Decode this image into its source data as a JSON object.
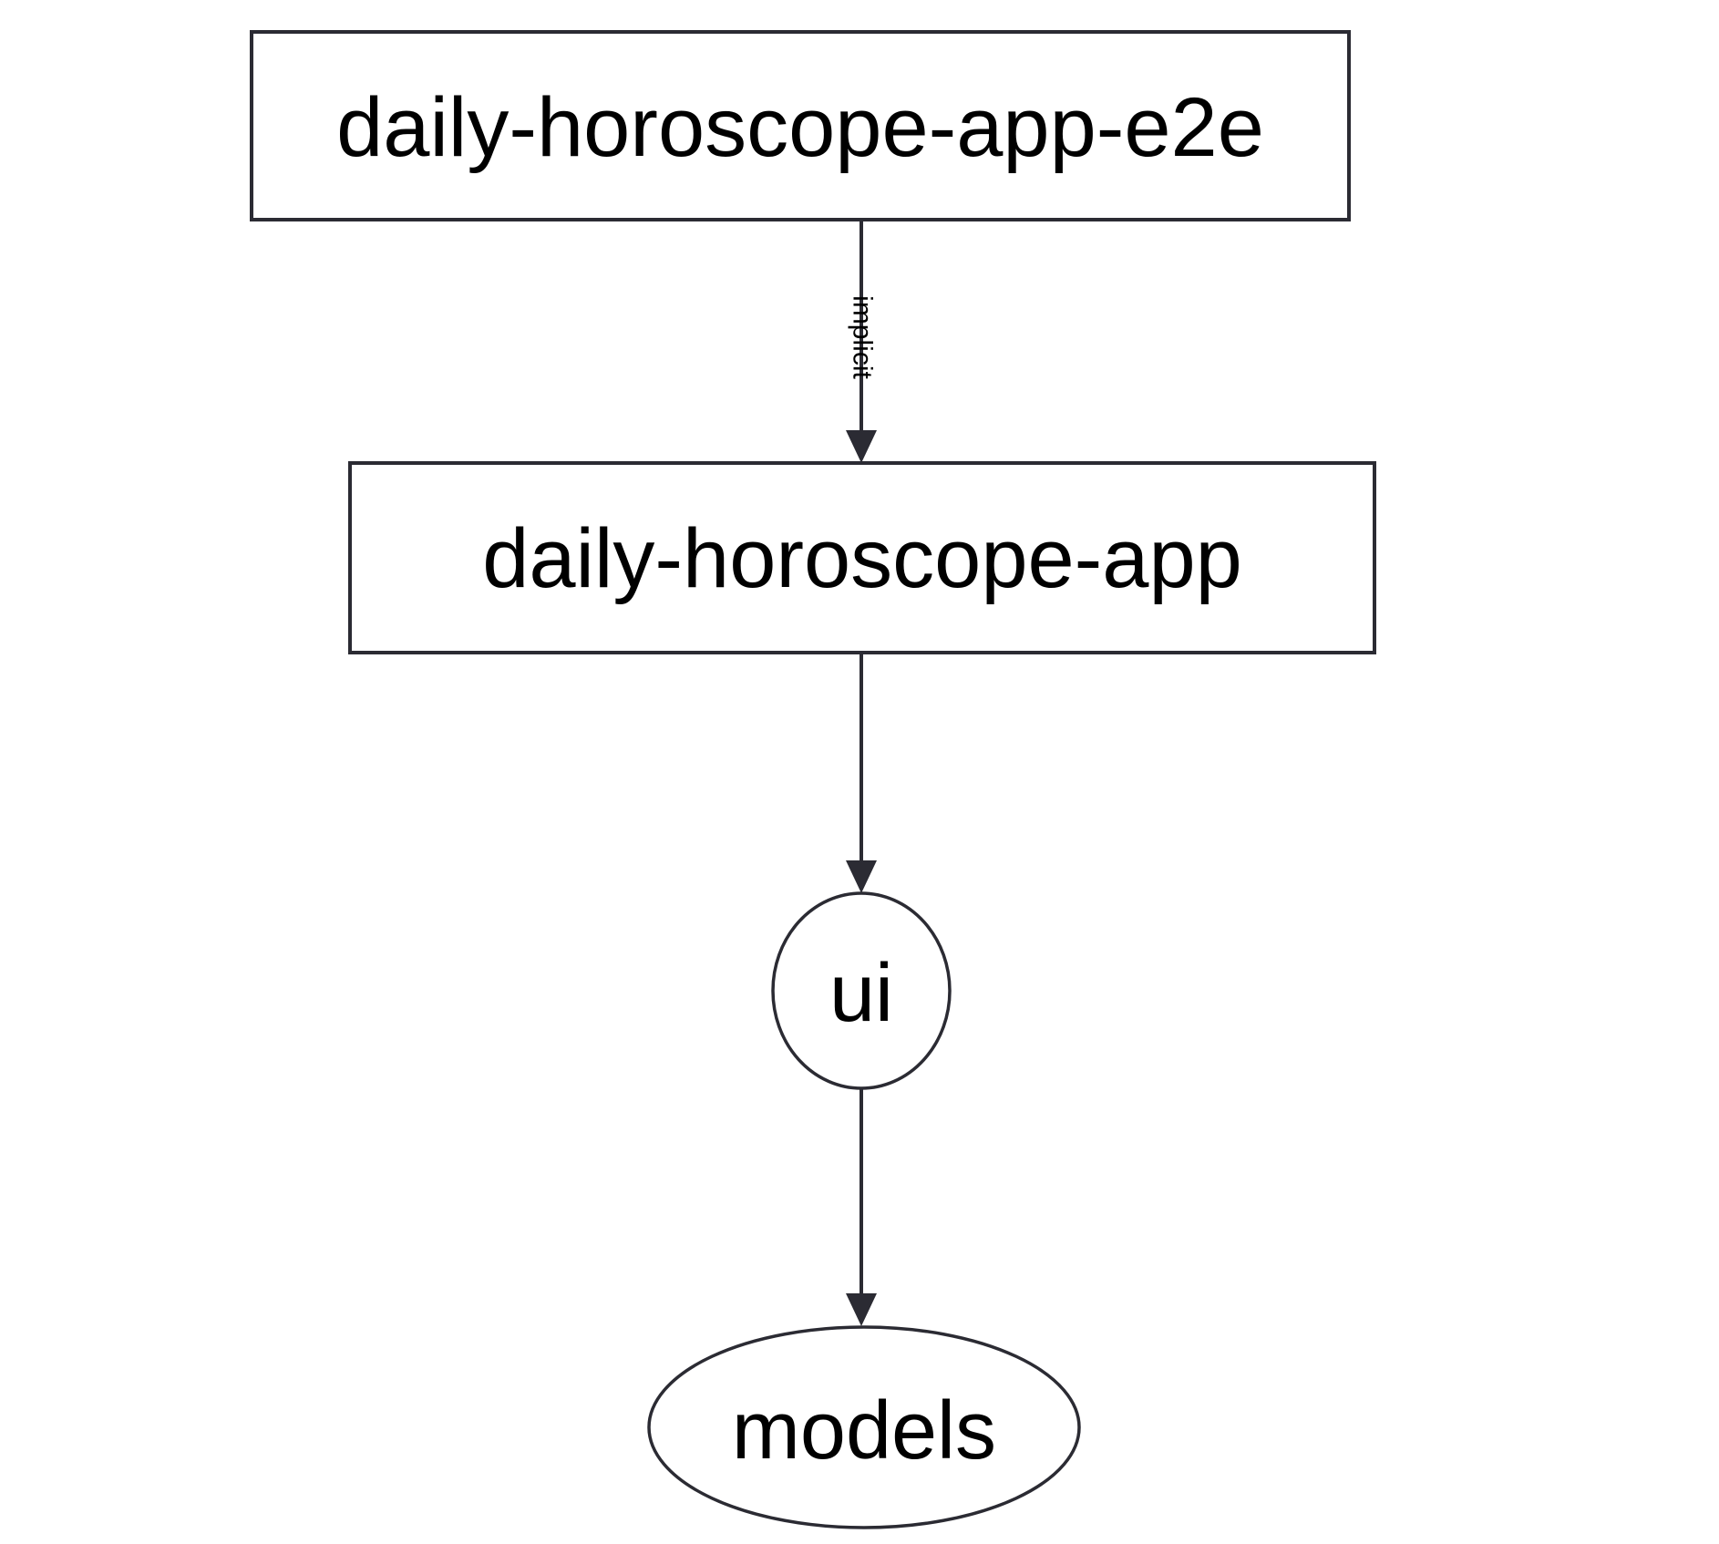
{
  "graph": {
    "background_color": "#ffffff",
    "stroke_color": "#2b2b33",
    "text_color": "#000000",
    "direction": "top-to-bottom",
    "nodes": [
      {
        "id": "daily-horoscope-app-e2e",
        "label": "daily-horoscope-app-e2e",
        "shape": "rectangle"
      },
      {
        "id": "daily-horoscope-app",
        "label": "daily-horoscope-app",
        "shape": "rectangle"
      },
      {
        "id": "ui",
        "label": "ui",
        "shape": "ellipse"
      },
      {
        "id": "models",
        "label": "models",
        "shape": "ellipse"
      }
    ],
    "edges": [
      {
        "from": "daily-horoscope-app-e2e",
        "to": "daily-horoscope-app",
        "label": "implicit",
        "label_orientation": "vertical"
      },
      {
        "from": "daily-horoscope-app",
        "to": "ui",
        "label": ""
      },
      {
        "from": "ui",
        "to": "models",
        "label": ""
      }
    ]
  }
}
